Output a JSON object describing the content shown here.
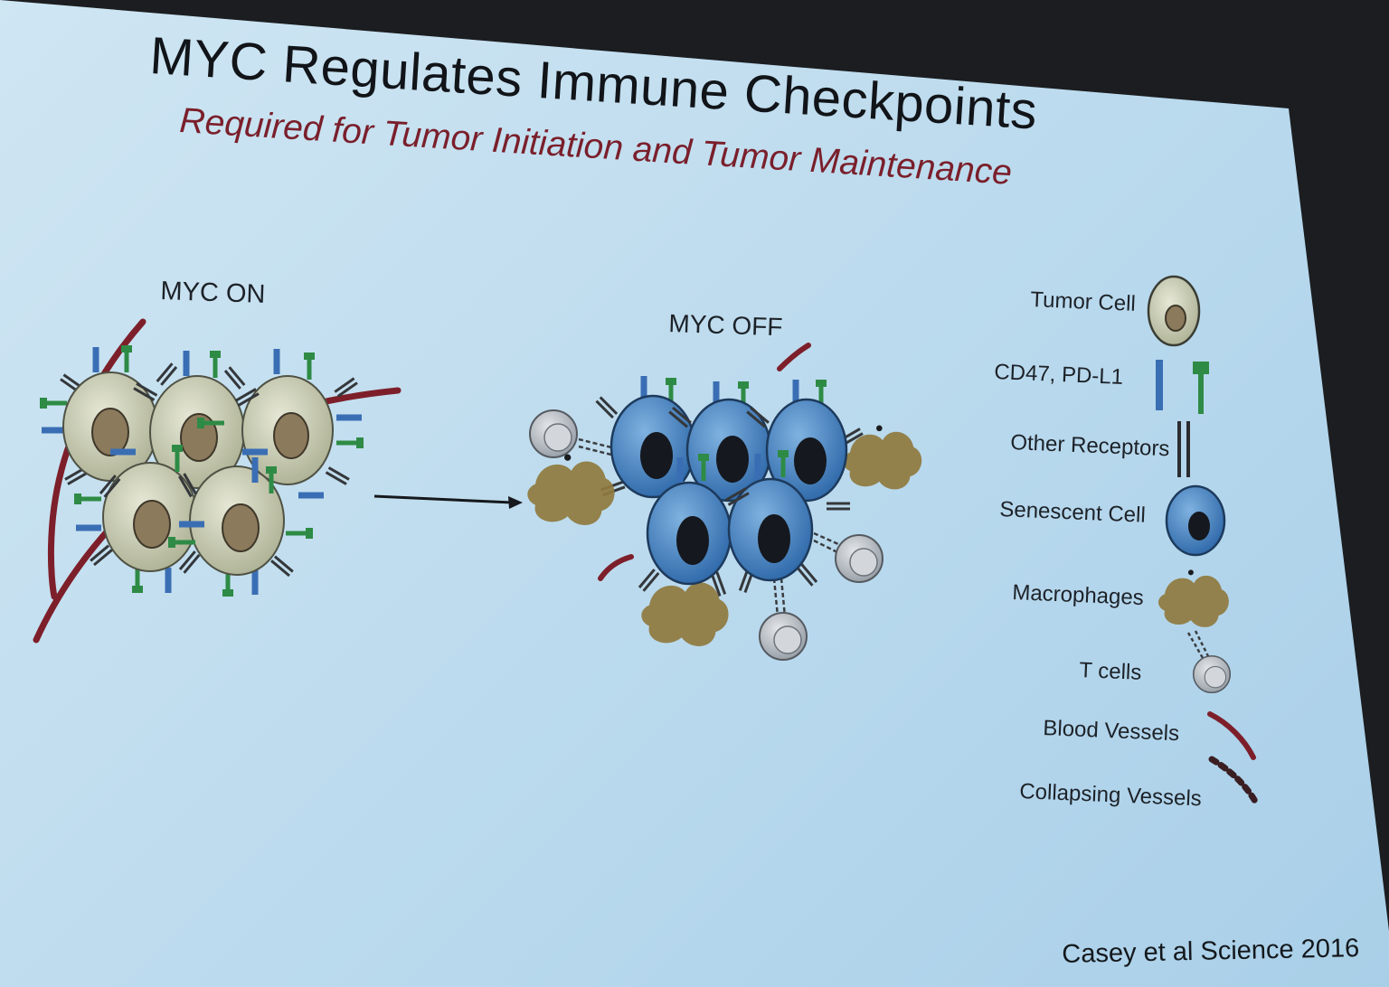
{
  "slide": {
    "title": "MYC Regulates Immune Checkpoints",
    "subtitle": "Required for Tumor Initiation and Tumor Maintenance",
    "citation": "Casey et al Science 2016"
  },
  "states": {
    "on_label": "MYC ON",
    "off_label": "MYC OFF"
  },
  "legend": [
    {
      "label": "Tumor Cell",
      "icon": "tumor-cell-icon"
    },
    {
      "label": "CD47, PD-L1",
      "icon": "cd47-pdl1-icon"
    },
    {
      "label": "Other Receptors",
      "icon": "other-receptors-icon"
    },
    {
      "label": "Senescent Cell",
      "icon": "senescent-cell-icon"
    },
    {
      "label": "Macrophages",
      "icon": "macrophage-icon"
    },
    {
      "label": "T cells",
      "icon": "t-cell-icon"
    },
    {
      "label": "Blood Vessels",
      "icon": "blood-vessel-icon"
    },
    {
      "label": "Collapsing Vessels",
      "icon": "collapsing-vessel-icon"
    }
  ],
  "colors": {
    "tumor_fill": "#c9cdb4",
    "tumor_nucleus": "#8c7a5c",
    "senescent_fill": "#3f7fc0",
    "senescent_nucleus": "#15181e",
    "cd47": "#3a6eb4",
    "pdl1": "#2e8b45",
    "vessel": "#7d1f2a",
    "macrophage": "#8f7a3e",
    "tcell": "#a9afb6",
    "title_accent": "#7a1f2b"
  }
}
